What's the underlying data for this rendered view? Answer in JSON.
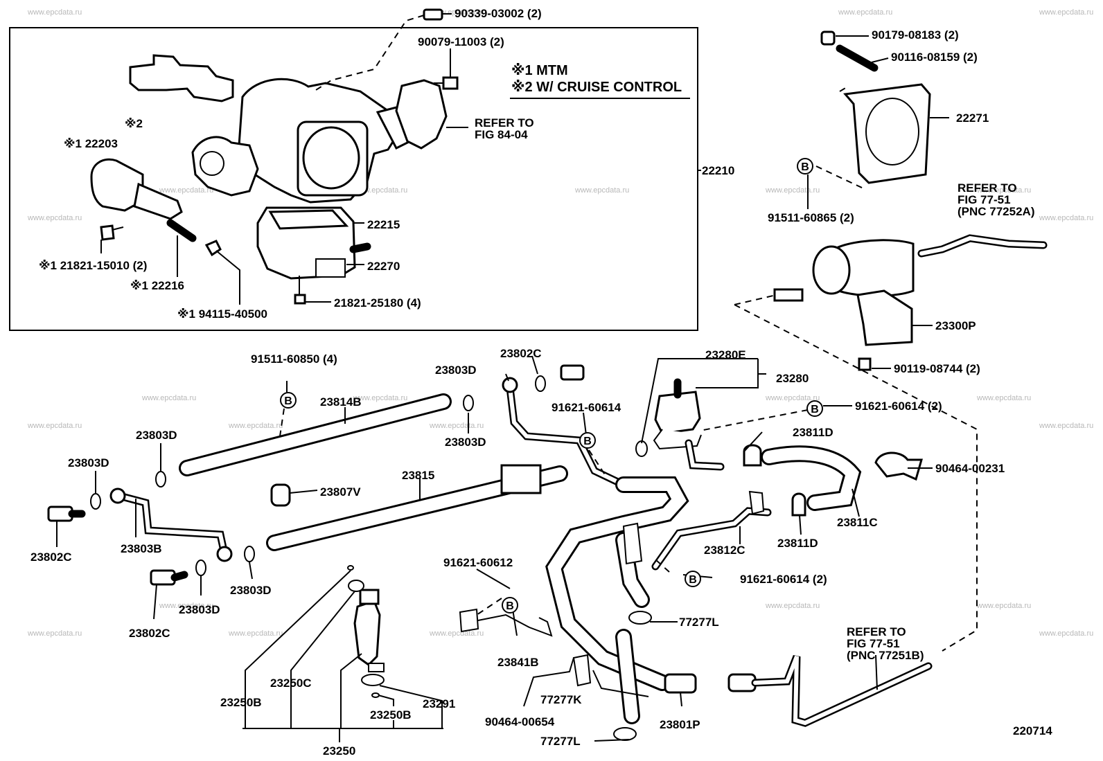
{
  "watermark": "www.epcdata.ru",
  "figure_number": "220714",
  "notes": {
    "note1": "※1 MTM",
    "note2": "※2 W/ CRUISE CONTROL"
  },
  "bolt_symbol": "B",
  "refs": {
    "ref_84_04": [
      "REFER TO",
      "FIG 84-04"
    ],
    "ref_77_51_a": [
      "REFER TO",
      "FIG 77-51",
      "(PNC 77252A)"
    ],
    "ref_77_51_b": [
      "REFER TO",
      "FIG 77-51",
      "(PNC 77251B)"
    ]
  },
  "labels": {
    "p90339": "90339-03002 (2)",
    "p90079": "90079-11003 (2)",
    "p_note2": "※2",
    "p22203": "※1 22203",
    "p22210": "22210",
    "p22215": "22215",
    "p22270": "22270",
    "p21821_15010": "※1 21821-15010 (2)",
    "p22216": "※1 22216",
    "p94115": "※1 94115-40500",
    "p21821_25180": "21821-25180 (4)",
    "p90179": "90179-08183 (2)",
    "p90116": "90116-08159 (2)",
    "p22271": "22271",
    "p91511_60865": "91511-60865 (2)",
    "p23300P": "23300P",
    "p90119": "90119-08744 (2)",
    "p91511_60850": "91511-60850 (4)",
    "p23814B": "23814B",
    "p23803D_a": "23803D",
    "p23803D_b": "23803D",
    "p23803D_c": "23803D",
    "p23803D_d": "23803D",
    "p23803D_e": "23803D",
    "p23803D_f": "23803D",
    "p23802C_a": "23802C",
    "p23802C_b": "23802C",
    "p23802C_c": "23802C",
    "p23815": "23815",
    "p23807V": "23807V",
    "p23803B": "23803B",
    "p91621_60614_a": "91621-60614",
    "p23280E": "23280E",
    "p23280": "23280",
    "p91621_60614_b": "91621-60614 (2)",
    "p23811D_a": "23811D",
    "p90464_00231": "90464-00231",
    "p23811C": "23811C",
    "p23812C": "23812C",
    "p23811D_b": "23811D",
    "p91621_60614_c": "91621-60614 (2)",
    "p91621_60612": "91621-60612",
    "p77277L_a": "77277L",
    "p23841B": "23841B",
    "p77277K": "77277K",
    "p90464_00654": "90464-00654",
    "p23801P": "23801P",
    "p77277L_b": "77277L",
    "p23250C": "23250C",
    "p23250B_a": "23250B",
    "p23250B_b": "23250B",
    "p23291": "23291",
    "p23250": "23250"
  }
}
